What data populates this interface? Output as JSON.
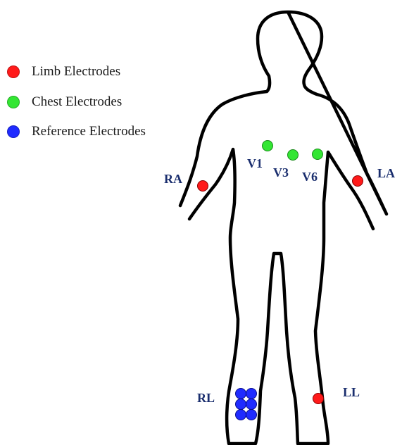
{
  "colors": {
    "limb": "#ff1a1a",
    "chest": "#33e633",
    "reference": "#1f2bff",
    "label": "#1a2e6e",
    "outline": "#000000"
  },
  "legend": {
    "items": [
      {
        "key": "limb",
        "label": "Limb Electrodes",
        "color": "#ff1a1a"
      },
      {
        "key": "chest",
        "label": "Chest Electrodes",
        "color": "#33e633"
      },
      {
        "key": "reference",
        "label": "Reference Electrodes",
        "color": "#1f2bff"
      }
    ]
  },
  "leads": {
    "ra": "RA",
    "la": "LA",
    "v1": "V1",
    "v3": "V3",
    "v6": "V6",
    "rl": "RL",
    "ll": "LL"
  }
}
